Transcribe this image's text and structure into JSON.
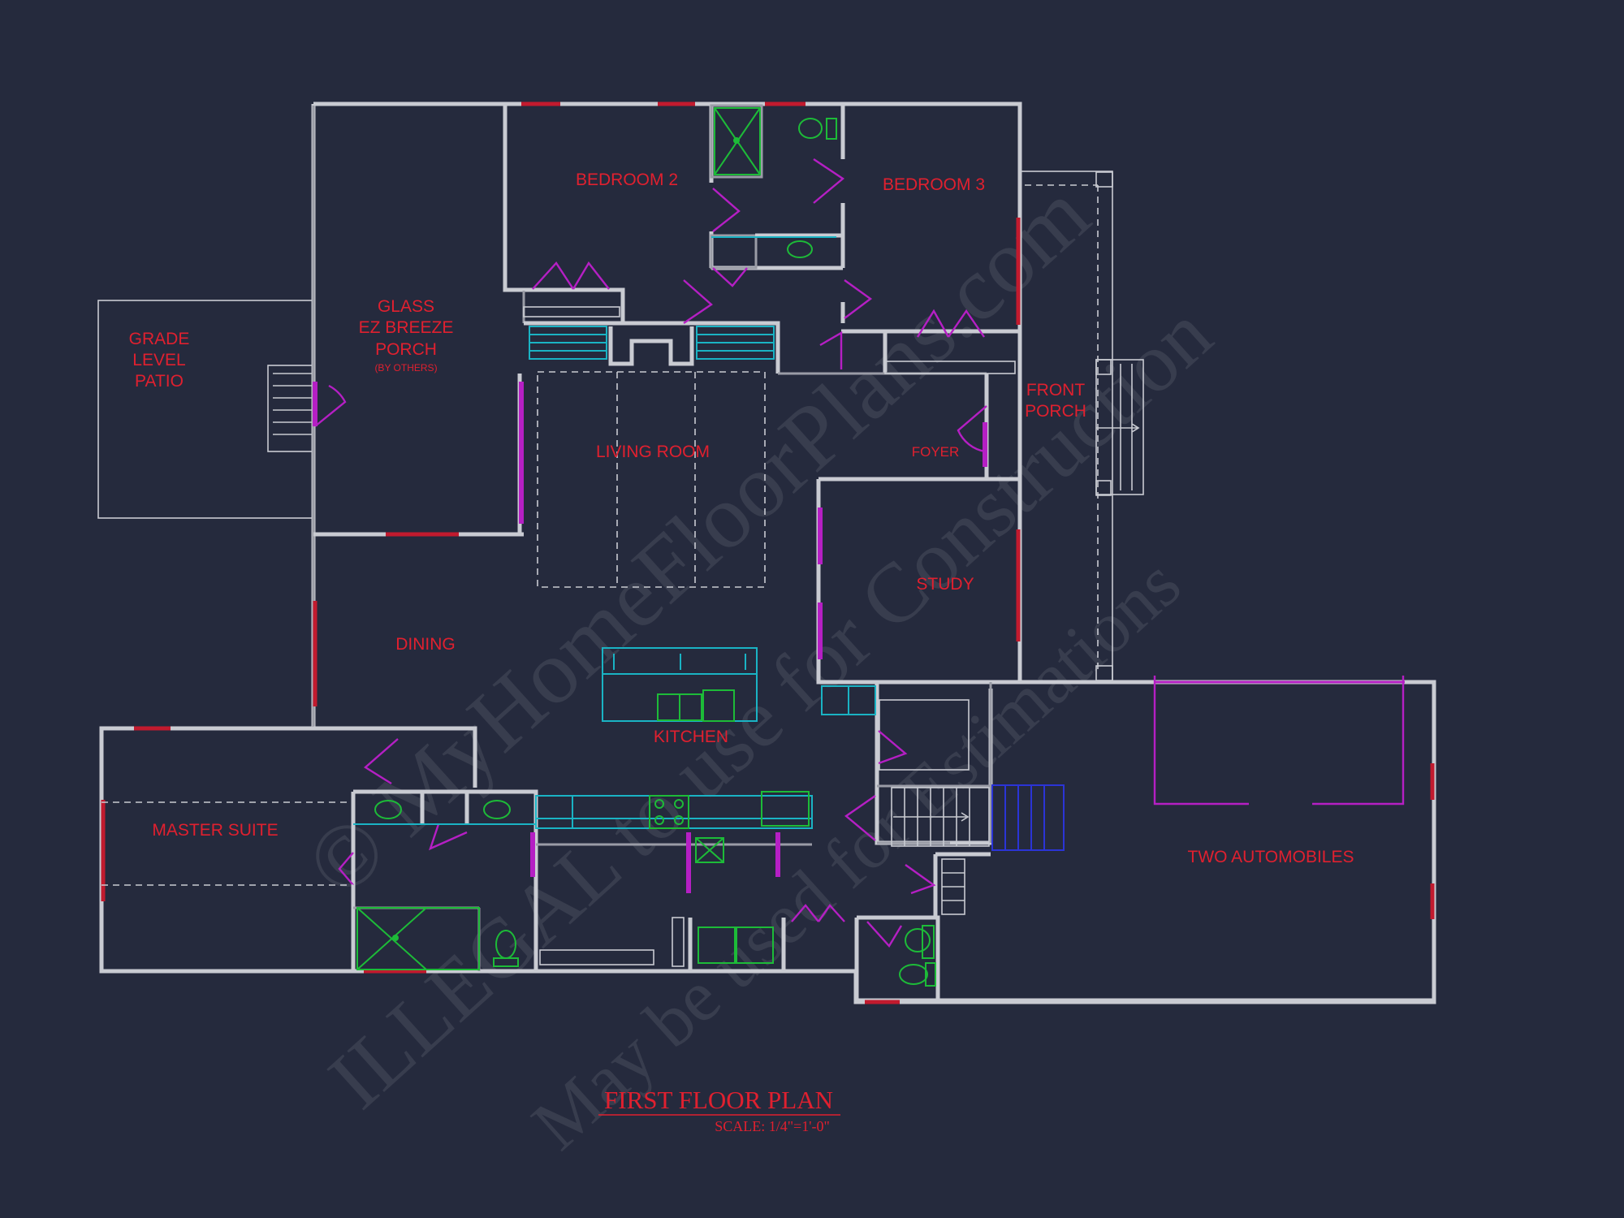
{
  "rooms": {
    "bedroom2": "BEDROOM 2",
    "bedroom3": "BEDROOM 3",
    "patio": [
      "GRADE",
      "LEVEL",
      "PATIO"
    ],
    "porch": [
      "GLASS",
      "EZ BREEZE",
      "PORCH"
    ],
    "porch_note": "(BY OTHERS)",
    "front_porch": [
      "FRONT",
      "PORCH"
    ],
    "living": "LIVING ROOM",
    "foyer": "FOYER",
    "study": "STUDY",
    "dining": "DINING",
    "kitchen": "KITCHEN",
    "master": "MASTER SUITE",
    "garage": "TWO AUTOMOBILES"
  },
  "title": "FIRST FLOOR PLAN",
  "scale": "SCALE: 1/4\"=1'-0\"",
  "watermark": {
    "line1": "© MyHomeFloorPlans.com",
    "line2": "ILLEGAL to use for Construction",
    "line3": "May be used for Estimations"
  },
  "colors": {
    "background": "#252a3d",
    "walls": "#c9cbd2",
    "labels": "#e0202f",
    "windows": "#c21a2e",
    "doors": "#b51fc4",
    "fixtures_plumbing": "#1dbb38",
    "fixtures_cabinets": "#1ab3c4",
    "stairs": "#2b34d6"
  }
}
